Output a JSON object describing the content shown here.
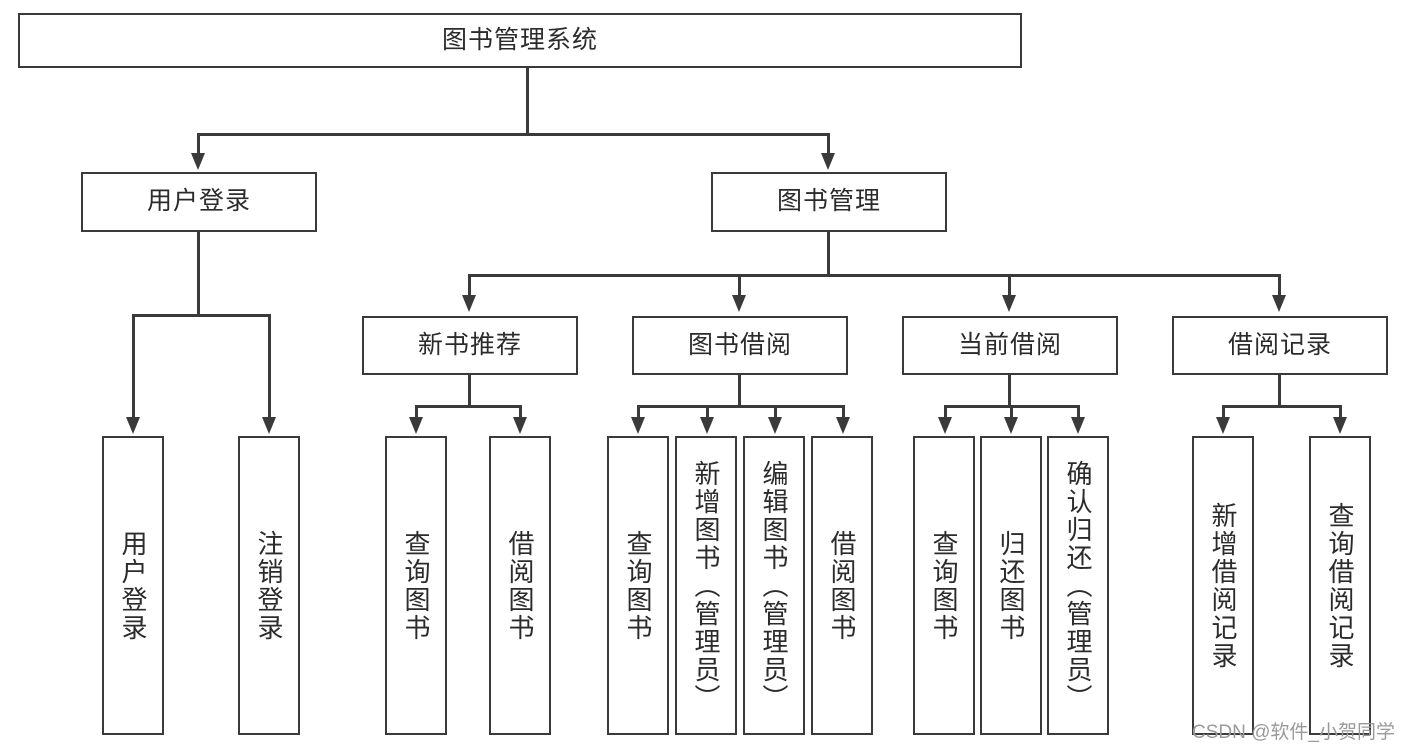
{
  "diagram": {
    "type": "hierarchy-tree",
    "title_node": {
      "label": "图书管理系统"
    },
    "level2": [
      {
        "id": "user-login",
        "label": "用户登录"
      },
      {
        "id": "book-management",
        "label": "图书管理"
      }
    ],
    "level3": [
      {
        "id": "new-book-recommend",
        "label": "新书推荐",
        "parent": "book-management"
      },
      {
        "id": "book-borrow",
        "label": "图书借阅",
        "parent": "book-management"
      },
      {
        "id": "current-borrow",
        "label": "当前借阅",
        "parent": "book-management"
      },
      {
        "id": "borrow-record",
        "label": "借阅记录",
        "parent": "book-management"
      }
    ],
    "leaves": {
      "user-login": [
        {
          "id": "leaf-user-login",
          "label": "用户登录"
        },
        {
          "id": "leaf-user-logout",
          "label": "注销登录"
        }
      ],
      "new-book-recommend": [
        {
          "id": "leaf-query-book-1",
          "label": "查询图书"
        },
        {
          "id": "leaf-borrow-book-1",
          "label": "借阅图书"
        }
      ],
      "book-borrow": [
        {
          "id": "leaf-query-book-2",
          "label": "查询图书"
        },
        {
          "id": "leaf-add-book",
          "label": "新增图书（管理员）"
        },
        {
          "id": "leaf-edit-book",
          "label": "编辑图书（管理员）"
        },
        {
          "id": "leaf-borrow-book-2",
          "label": "借阅图书"
        }
      ],
      "current-borrow": [
        {
          "id": "leaf-query-book-3",
          "label": "查询图书"
        },
        {
          "id": "leaf-return-book",
          "label": "归还图书"
        },
        {
          "id": "leaf-confirm-return",
          "label": "确认归还（管理员）"
        }
      ],
      "borrow-record": [
        {
          "id": "leaf-add-record",
          "label": "新增借阅记录"
        },
        {
          "id": "leaf-query-record",
          "label": "查询借阅记录"
        }
      ]
    }
  },
  "watermark": {
    "text": "CSDN @软件_小贺同学"
  },
  "colors": {
    "border": "#3a3a3a",
    "text": "#2b2b2b",
    "background": "#ffffff",
    "watermark": "#9a9a9a"
  }
}
